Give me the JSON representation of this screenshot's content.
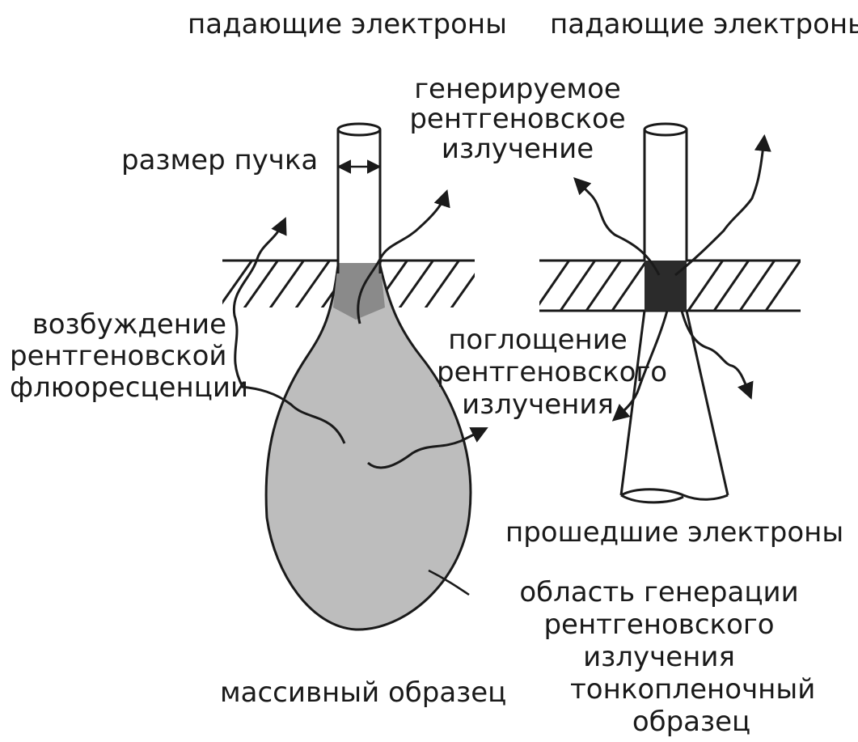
{
  "labels": {
    "incident_left": "падающие электроны",
    "incident_right": "падающие электроны",
    "generated_xray": [
      "генерируемое",
      "рентгеновское",
      "излучение"
    ],
    "beam_size": "размер пучка",
    "fluorescence": [
      "возбуждение",
      "рентгеновской",
      "флюоресценции"
    ],
    "absorption": [
      "поглощение",
      "рентгеновского",
      "излучения"
    ],
    "transmitted": "прошедшие электроны",
    "generation_region": [
      "область генерации",
      "рентгеновского излучения"
    ],
    "bulk_sample": "массивный образец",
    "thin_film": [
      "тонкопленочный",
      "образец"
    ]
  },
  "colors": {
    "ink": "#1a1a1a",
    "teardrop_fill": "#bdbdbd",
    "beam_overlap": "#8a8a8a",
    "thin_region": "#2b2b2b"
  }
}
